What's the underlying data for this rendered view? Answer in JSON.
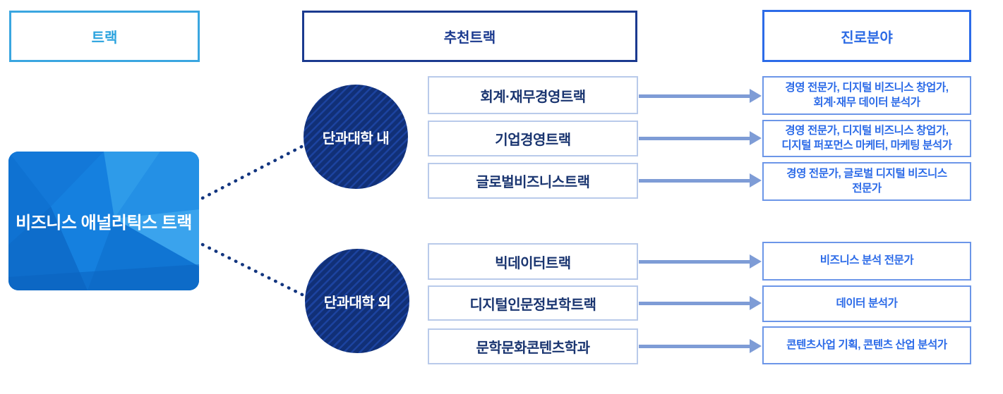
{
  "diagram": {
    "headers": {
      "track": "트랙",
      "recommended_track": "추천트랙",
      "career_field": "진로분야"
    },
    "main_track": "비즈니스 애널리틱스 트랙",
    "groups": [
      {
        "scope": "단과대학 내",
        "rows": [
          {
            "track": "회계·재무경영트랙",
            "careers": "경영 전문가, 디지털 비즈니스 창업가,\n회계·재무 데이터 분석가"
          },
          {
            "track": "기업경영트랙",
            "careers": "경영 전문가, 디지털 비즈니스 창업가,\n디지털 퍼포먼스 마케터, 마케팅 분석가"
          },
          {
            "track": "글로벌비즈니스트랙",
            "careers": "경영 전문가, 글로벌 디지털 비즈니스\n전문가"
          }
        ]
      },
      {
        "scope": "단과대학 외",
        "rows": [
          {
            "track": "빅데이터트랙",
            "careers": "비즈니스 분석 전문가"
          },
          {
            "track": "디지털인문정보학트랙",
            "careers": "데이터 분석가"
          },
          {
            "track": "문학문화콘텐츠학과",
            "careers": "콘텐츠사업 기획, 콘텐츠 산업 분석가"
          }
        ]
      }
    ],
    "colors": {
      "sky_blue": "#2BA3DE",
      "navy": "#1B3A8F",
      "royal_blue": "#2C6BE8",
      "track_text_navy": "#1A3570",
      "circle_navy": "#113077",
      "arrow_blue_gray": "#7E9CD6",
      "card_blue": "#1580DF"
    }
  }
}
